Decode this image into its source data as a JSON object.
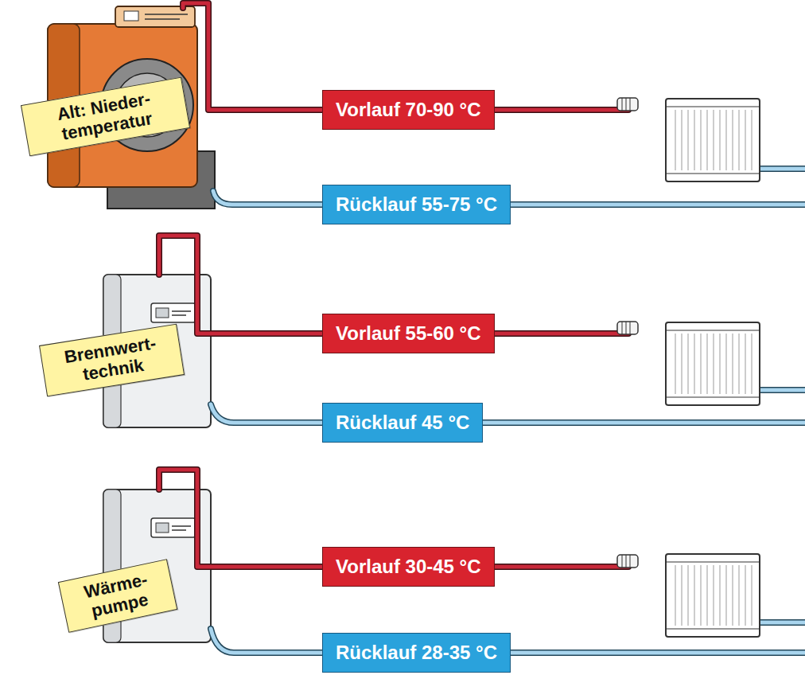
{
  "diagram": {
    "nodes": [
      {
        "text": [
          "Alt: Nieder- temperatur"
        ]
      },
      {
        "text": [
          "Vorlauf 70-90 °C"
        ]
      },
      {
        "text": [
          "Rücklauf 55-75 °C"
        ]
      },
      {
        "text": [
          "Brennwert- technik"
        ]
      },
      {
        "text": [
          "Vorlauf 55-60 °C"
        ]
      },
      {
        "text": [
          "Rücklauf 45 °C"
        ]
      },
      {
        "text": [
          "Wärme- pumpe"
        ]
      },
      {
        "text": [
          "Vorlauf 30-45 °C"
        ]
      },
      {
        "text": [
          "Rücklauf 28-35 °C"
        ]
      }
    ]
  }
}
